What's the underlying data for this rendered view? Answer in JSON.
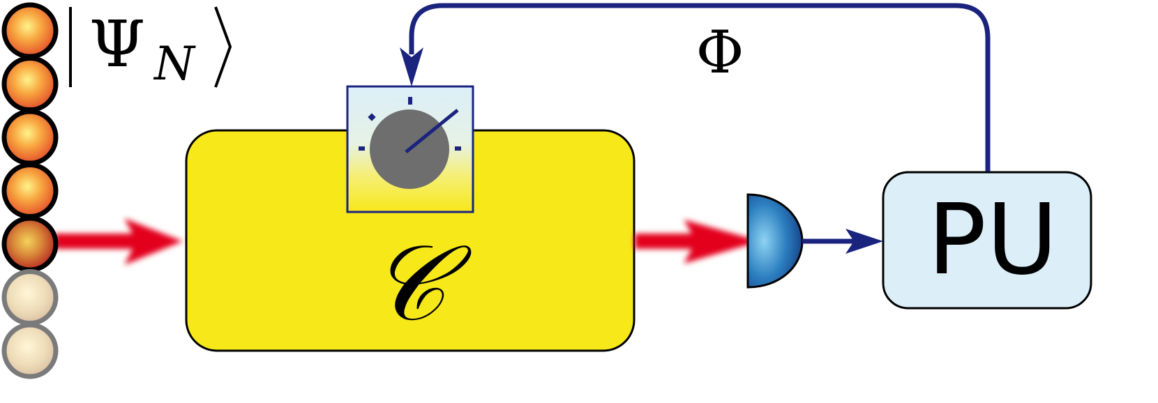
{
  "labels": {
    "state_psi": "Ψ",
    "state_sub": "N",
    "feedback_symbol": "Φ",
    "circuit_symbol": "𝒞",
    "processing_unit": "PU"
  },
  "colors": {
    "box_yellow": "#F7E81A",
    "feedback_blue": "#1A237E",
    "pu_fill": "#DCEEF8",
    "beam_red": "#E3001B",
    "knob_gray": "#6E6E6E"
  },
  "qubits": {
    "total": 7,
    "active_index": 4,
    "used_count": 5
  }
}
